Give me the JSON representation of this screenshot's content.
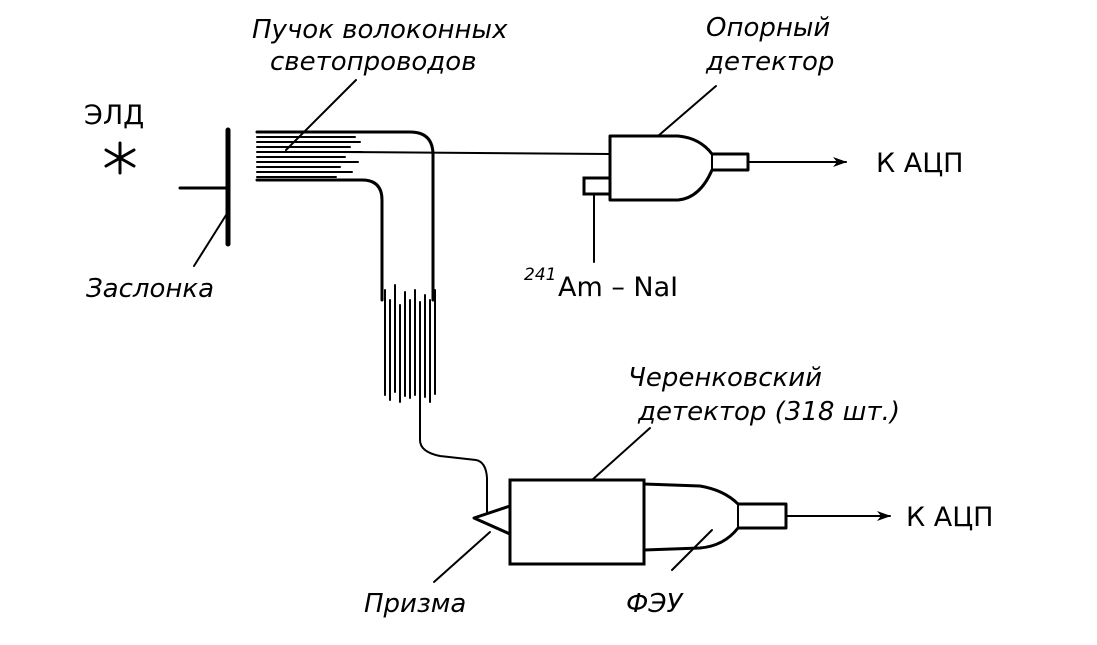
{
  "labels": {
    "eld": "ЭЛД",
    "shutter": "Заслонка",
    "bundle_line1": "Пучок волоконных",
    "bundle_line2": "светопроводов",
    "ref_line1": "Опорный",
    "ref_line2": "детектор",
    "adc_top": "К АЦП",
    "source_sup": "241",
    "source_main": "Am – NaI",
    "cherenkov_line1": "Черенковский",
    "cherenkov_line2": "детектор (318 шт.)",
    "adc_bottom": "К АЦП",
    "prism": "Призма",
    "pmt": "ФЭУ"
  },
  "colors": {
    "ink": "#000000",
    "paper": "#ffffff"
  }
}
